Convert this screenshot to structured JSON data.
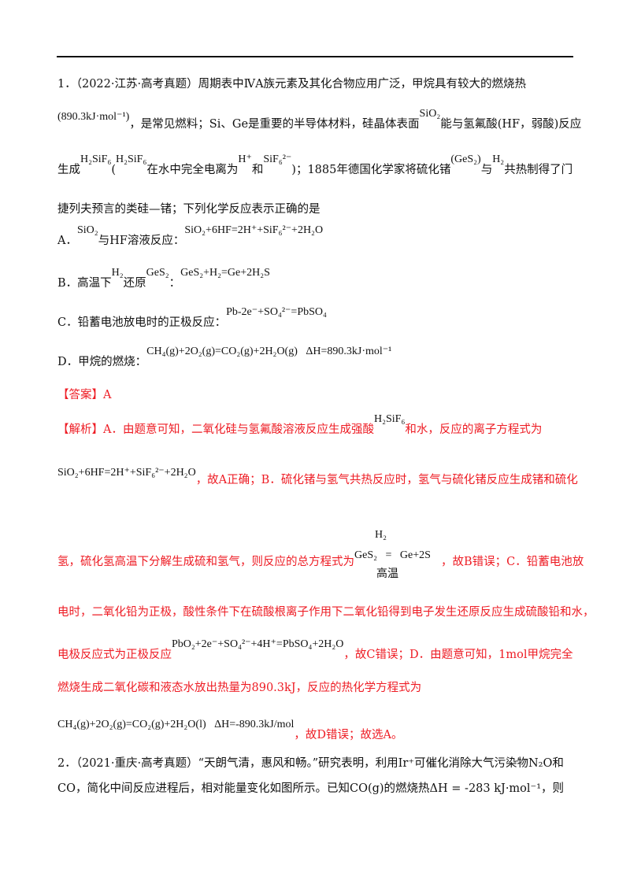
{
  "q1": {
    "l1": "1．（2022·江苏·高考真题）周期表中ⅣA族元素及其化合物应用广泛，甲烷具有较大的燃烧热",
    "l2a": "(890.3kJ·mol⁻¹)",
    "l2b": "，是常见燃料；Si、Ge是重要的半导体材料，硅晶体表面",
    "l2c": "SiO₂",
    "l2d": "能与氢氟酸(HF，弱酸)反应",
    "l3a": "生成",
    "l3b": "H₂SiF₆",
    "l3c": "(",
    "l3d": "H₂SiF₆",
    "l3e": "在水中完全电离为",
    "l3f": "H⁺",
    "l3g": "和",
    "l3h": "SiF₆²⁻",
    "l3i": ")；1885年德国化学家将硫化锗",
    "l3j": "(GeS₂)",
    "l3k": "与",
    "l3l": "H₂",
    "l3m": "共热制得了门",
    "l4": "捷列夫预言的类硅—锗；下列化学反应表示正确的是",
    "options": [
      {
        "label": "A．",
        "parts": [
          "SiO₂",
          "与HF溶液反应：",
          "SiO₂+6HF=2H⁺+SiF₆²⁻+2H₂O"
        ]
      },
      {
        "label": "B．",
        "parts": [
          "高温下",
          "H₂",
          "还原",
          "GeS₂",
          "：",
          "GeS₂+H₂=Ge+2H₂S"
        ]
      },
      {
        "label": "C．",
        "parts": [
          "铅蓄电池放电时的正极反应：",
          "Pb-2e⁻+SO₄²⁻=PbSO₄"
        ]
      },
      {
        "label": "D．",
        "parts": [
          "甲烷的燃烧：",
          "CH₄(g)+2O₂(g)=CO₂(g)+2H₂O(g)   ΔH=890.3kJ·mol⁻¹"
        ]
      }
    ],
    "answer": "【答案】A",
    "analysis": {
      "a1": "【解析】A．由题意可知，二氧化硅与氢氟酸溶液反应生成强酸",
      "a1f": "H₂SiF₆",
      "a1b": "和水，反应的离子方程式为",
      "a2f": "SiO₂+6HF=2H⁺+SiF₆²⁻+2H₂O",
      "a2b": "，故A正确；B．硫化锗与氢气共热反应时，氢气与硫化锗反应生成锗和硫化",
      "a3": "氢，硫化氢高温下分解生成硫和氢气，则反应的总方程式为",
      "a3top": "H₂",
      "a3mid": "GeS₂   =   Ge+2S",
      "a3bot": "高温",
      "a3b": "，故B错误；C．铅蓄电池放",
      "a4": "电时，二氧化铅为正极，酸性条件下在硫酸根离子作用下二氧化铅得到电子发生还原反应生成硫酸铅和水，",
      "a5": "电极反应式为正极反应",
      "a5f": "PbO₂+2e⁻+SO₄²⁻+4H⁺=PbSO₄+2H₂O",
      "a5b": "，故C错误；D．由题意可知，1mol甲烷完全",
      "a6": "燃烧生成二氧化碳和液态水放出热量为890.3kJ，反应的热化学方程式为",
      "a7f": "CH₄(g)+2O₂(g)=CO₂(g)+2H₂O(l)   ΔH=-890.3kJ/mol",
      "a7b": "，故D错误；故选A。"
    }
  },
  "q2": {
    "l1": "2．（2021·重庆·高考真题）“天朗气清，惠风和畅。”研究表明，利用Ir⁺可催化消除大气污染物N₂O和",
    "l2": "CO，简化中间反应进程后，相对能量变化如图所示。已知CO(g)的燃烧热ΔH = -283 kJ·mol⁻¹，则"
  },
  "colors": {
    "analysis_text": "#ee1c24",
    "body_text": "#111111"
  }
}
